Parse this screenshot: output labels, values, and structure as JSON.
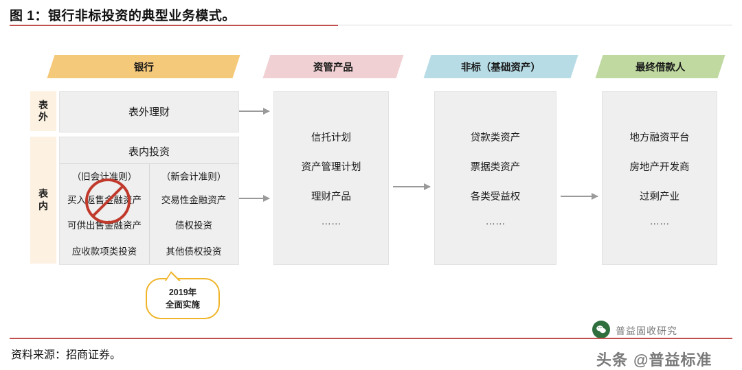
{
  "title": {
    "label": "图 1：",
    "text": "银行非标投资的典型业务模式。"
  },
  "columns": [
    {
      "name": "bank",
      "label": "银行",
      "color": "#f5c97a"
    },
    {
      "name": "asset-management-product",
      "label": "资管产品",
      "color": "#f0d0d3"
    },
    {
      "name": "non-standard-asset",
      "label": "非标（基础资产）",
      "color": "#b7dce6"
    },
    {
      "name": "final-borrower",
      "label": "最终借款人",
      "color": "#bfd9a0"
    }
  ],
  "side_tabs": [
    {
      "name": "off-balance-sheet",
      "label": "表外"
    },
    {
      "name": "on-balance-sheet",
      "label": "表内"
    }
  ],
  "bank": {
    "off_balance_title": "表外理财",
    "on_balance_title": "表内投资",
    "sub_headers": [
      "（旧会计准则）",
      "（新会计准则）"
    ],
    "old_standard_items": [
      "买入返售金融资产",
      "可供出售金融资产",
      "应收款项类投资"
    ],
    "new_standard_items": [
      "交易性金融资产",
      "债权投资",
      "其他债权投资"
    ]
  },
  "am_product": {
    "items": [
      "信托计划",
      "资产管理计划",
      "理财产品",
      "……"
    ]
  },
  "non_standard": {
    "items": [
      "贷款类资产",
      "票据类资产",
      "各类受益权",
      "……"
    ]
  },
  "borrower": {
    "items": [
      "地方融资平台",
      "房地产开发商",
      "过剩产业",
      "……"
    ]
  },
  "bubble": {
    "line1": "2019年",
    "line2": "全面实施"
  },
  "footer": {
    "source_label": "资料来源：",
    "source_value": "招商证券",
    "suffix": "。"
  },
  "watermarks": {
    "wechat_icon": "wechat-icon",
    "wechat_text": "普益固收研究",
    "toutiao_text": "头条",
    "account_text": "@普益标准"
  },
  "colors": {
    "accent_rule": "#c0504d",
    "box_fill": "#efefef",
    "side_tab_fill": "#fdf1e1",
    "arrow": "#9a9a9a",
    "ban": "#c0392b",
    "bubble_border": "#f0b429"
  }
}
